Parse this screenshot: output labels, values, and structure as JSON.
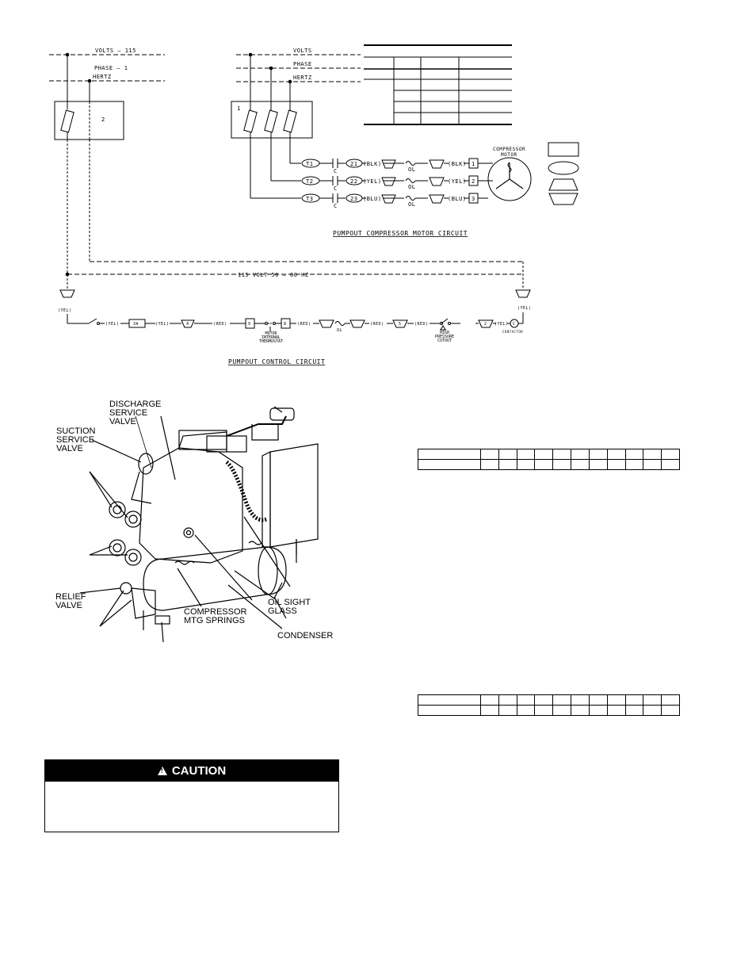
{
  "single_phase": {
    "volts": "VOLTS – 115",
    "phase": "PHASE – 1",
    "hertz": "HERTZ",
    "box_label": "2"
  },
  "three_phase": {
    "volts": "VOLTS",
    "phase": "PHASE",
    "hertz": "HERTZ",
    "box_label": "1"
  },
  "motor_circuit": {
    "title": "PUMPOUT COMPRESSOR MOTOR CIRCUIT",
    "motor_label_1": "COMPRESSOR",
    "motor_label_2": "MOTOR",
    "rows": [
      {
        "term": "T1",
        "wire_no": "21",
        "color": "(BLK)",
        "color2": "(BLK)",
        "motor_term": "1",
        "c": "C",
        "ol": "OL"
      },
      {
        "term": "T2",
        "wire_no": "22",
        "color": "(YEL)",
        "color2": "(YEL)",
        "motor_term": "2",
        "c": "C",
        "ol": "OL"
      },
      {
        "term": "T3",
        "wire_no": "23",
        "color": "(BLU)",
        "color2": "(BLU)",
        "motor_term": "3",
        "c": "C",
        "ol": "OL"
      }
    ]
  },
  "control_circuit": {
    "title": "PUMPOUT CONTROL CIRCUIT",
    "supply": "115 VOLT   50 – 60 HZ",
    "left_terminal": "(YEL)",
    "right_terminal": "(YEL)",
    "fuse": "3A",
    "yel1": "(YEL)",
    "yel2": "(YEL)",
    "red1": "(RED)",
    "red2": "(RED)",
    "red3": "(RED)",
    "red4": "(RED)",
    "yel3": "(YEL)",
    "pin_4": "4",
    "pin_9": "9",
    "pin_8": "8",
    "pin_5": "5",
    "pin_2": "2",
    "contactor_c": "C",
    "ol": "OL",
    "thermostat": "MOTOR\nINTERNAL\nTHERMOSTAT",
    "hp_cutout": "HIGH\nPRESSURE\nCUTOUT",
    "contactor": "CONTACTOR"
  },
  "compressor_figure": {
    "discharge_valve": "DISCHARGE\nSERVICE\nVALVE",
    "suction_valve": "SUCTION\nSERVICE\nVALVE",
    "relief_valve": "RELIEF\nVALVE",
    "mtg_springs": "COMPRESSOR\nMTG SPRINGS",
    "oil_sight_glass": "OIL SIGHT\nGLASS",
    "condenser": "CONDENSER"
  },
  "caution": {
    "title": "CAUTION",
    "icon": "warning-triangle-icon"
  }
}
